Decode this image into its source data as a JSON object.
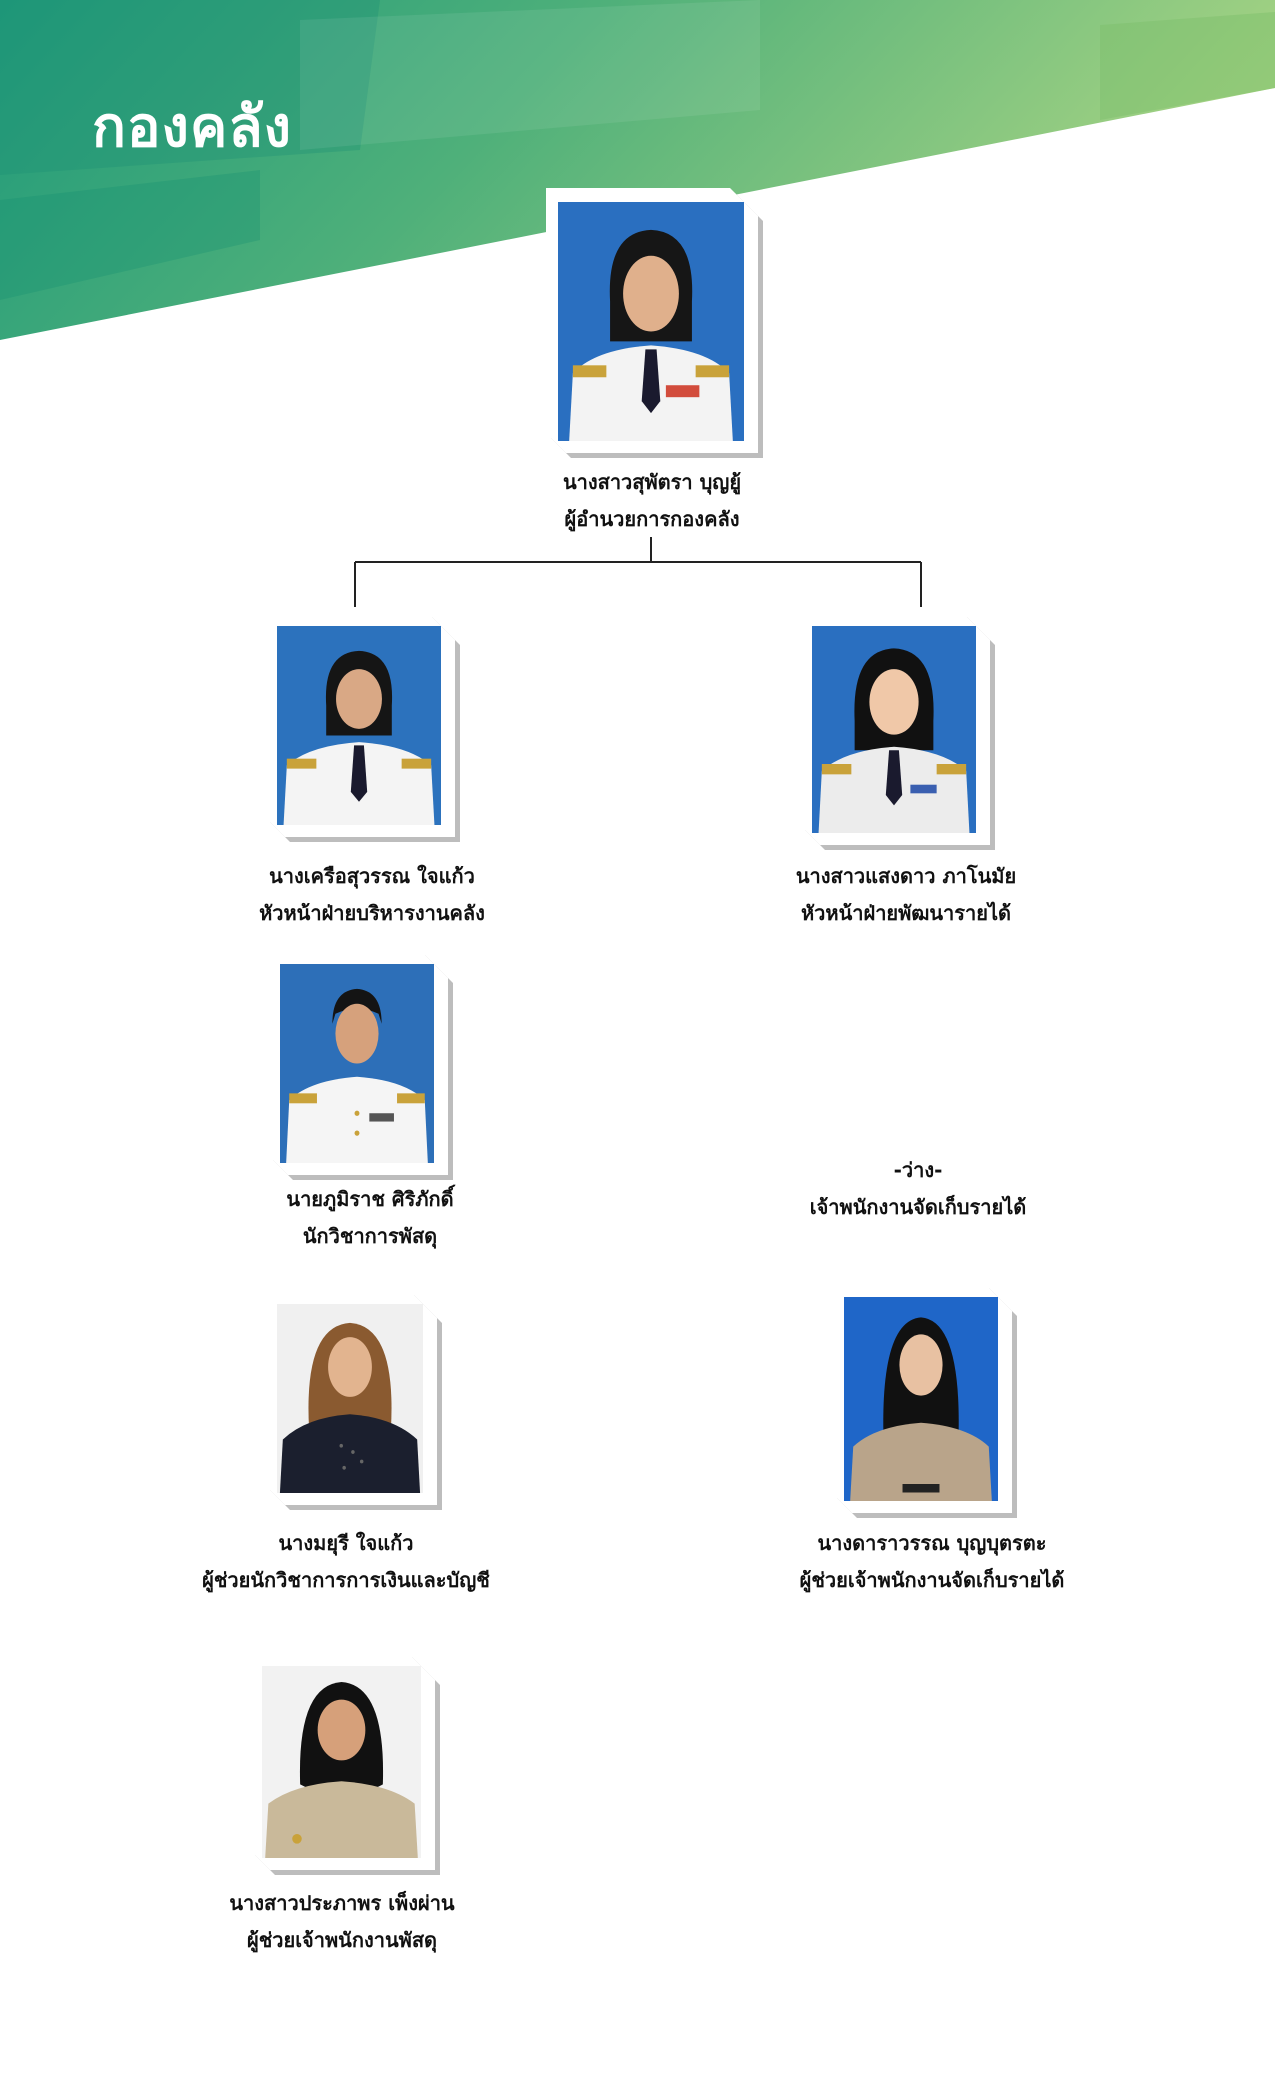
{
  "page": {
    "title": "กองคลัง"
  },
  "staff": {
    "director": {
      "name": "นางสาวสุพัตรา บุญยู้",
      "position": "ผู้อำนวยการกองคลัง"
    },
    "head_finance": {
      "name": "นางเครือสุวรรณ ใจแก้ว",
      "position": "หัวหน้าฝ่ายบริหารงานคลัง"
    },
    "head_revenue": {
      "name": "นางสาวแสงดาว ภาโนมัย",
      "position": "หัวหน้าฝ่ายพัฒนารายได้"
    },
    "supply_officer": {
      "name": "นายภูมิราช  ศิริภักดิ์",
      "position": "นักวิชาการพัสดุ"
    },
    "vacant_revenue": {
      "name": "-ว่าง-",
      "position": "เจ้าพนักงานจัดเก็บรายได้"
    },
    "asst_accounting": {
      "name": "นางมยุรี ใจแก้ว",
      "position": "ผู้ช่วยนักวิชาการการเงินและบัญชี"
    },
    "asst_revenue": {
      "name": "นางดาราวรรณ บุญบุตรตะ",
      "position": "ผู้ช่วยเจ้าพนักงานจัดเก็บรายได้"
    },
    "asst_supply": {
      "name": "นางสาวประภาพร เพ็งผ่าน",
      "position": "ผู้ช่วยเจ้าพนักงานพัสดุ"
    }
  },
  "colors": {
    "banner_dark": "#1f9a7a",
    "banner_mid": "#4fb07a",
    "banner_light": "#9fd080",
    "title_text": "#ffffff",
    "connector": "#222222",
    "photo_bg_blue": "#2a6fc0",
    "photo_bg_white": "#f0f0f0"
  }
}
